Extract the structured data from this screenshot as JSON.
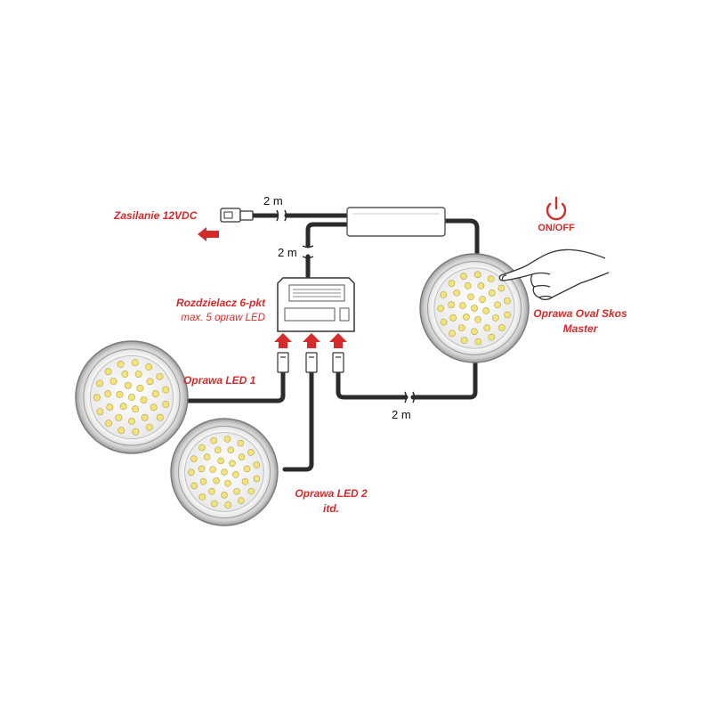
{
  "labels": {
    "power_supply": "Zasilanie 12VDC",
    "splitter_title": "Rozdzielacz 6-pkt",
    "splitter_sub": "max. 5 opraw LED",
    "master_line1": "Oprawa Oval Skos",
    "master_line2": "Master",
    "led1": "Oprawa LED 1",
    "led2_line1": "Oprawa LED 2",
    "led2_line2": "itd.",
    "on_off": "ON/OFF"
  },
  "distances": {
    "top_cable": "2 m",
    "splitter_cable": "2 m",
    "bottom_cable": "2 m"
  },
  "icons": {
    "power": "power-icon",
    "arrow": "arrow-left-icon",
    "hand": "pointing-hand-icon"
  },
  "colors": {
    "accent_red": "#d52b2b",
    "cable": "#2b2b2b",
    "led_dot": "#f2e47a",
    "lamp_ring": "#d9d9d9"
  }
}
